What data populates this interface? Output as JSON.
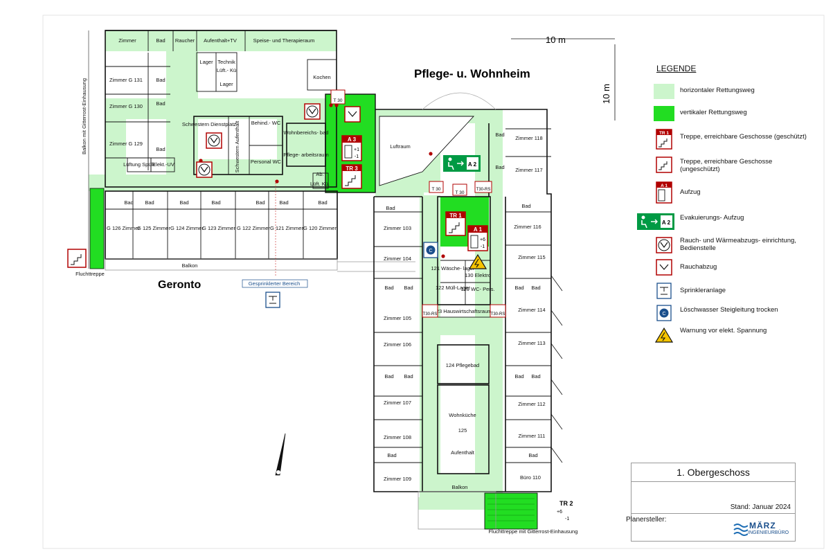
{
  "scale_label": "10 m",
  "building_titles": {
    "pflege": "Pflege- u. Wohnheim",
    "geronto": "Geronto"
  },
  "geronto_rooms": {
    "zimmer": "Zimmer",
    "bad": "Bad",
    "raucher": "Raucher",
    "aufenthalt_tv": "Aufenthalt+TV",
    "speise": "Speise- und Therapieraum",
    "lager": "Lager",
    "technik": "Technik",
    "lueft_kue": "Lüft.- Kü",
    "lager2": "Lager",
    "kochen": "Kochen",
    "g131": "Zimmer G 131",
    "g130": "Zimmer G 130",
    "g129": "Zimmer G 129",
    "lueftung_spuelk": "Lüftung Spülk",
    "elekt_uv": "Elekt.-UV",
    "schwestern_dienstplatz": "Schwestern Dienstplatz",
    "schwestern_aufenthalt": "Schwestern Aufenthalt",
    "behind_wc": "Behind.- WC",
    "personal_wc": "Personal WC",
    "wohnbereichsbad": "Wohnbereichs- bad",
    "pflegearbeitsraum": "Pflege- arbeitsraum",
    "ab": "Ab.",
    "lueft_kue2": "Lüft. Kü.",
    "g126": "G 126 Zimmer",
    "g125": "G 125 Zimmer",
    "g124": "G 124 Zimmer",
    "g123": "G 123 Zimmer",
    "g122": "G 122 Zimmer",
    "g121": "G 121 Zimmer",
    "g120": "G 120 Zimmer",
    "balkon": "Balkon",
    "balkon_gitter": "Balkon mit Gitterrost-Einhausung",
    "fluchttreppe": "Fluchttreppe",
    "gesprinklert": "Gesprinklerter Bereich"
  },
  "pflege_rooms": {
    "luftraum": "Luftraum",
    "z118": "Zimmer 118",
    "z117": "Zimmer 117",
    "z116": "Zimmer 116",
    "z115": "Zimmer 115",
    "z114": "Zimmer 114",
    "z113": "Zimmer 113",
    "z112": "Zimmer 112",
    "z111": "Zimmer 111",
    "buero110": "Büro 110",
    "z103": "Zimmer 103",
    "z104": "Zimmer 104",
    "z105": "Zimmer 105",
    "z106": "Zimmer 106",
    "z107": "Zimmer 107",
    "z108": "Zimmer 108",
    "z109": "Zimmer 109",
    "bad": "Bad",
    "r121": "121 Wäsche- lager",
    "r130": "130 Elektro",
    "r122": "122 Müll-Lager",
    "r129": "129 WC- Pers.",
    "r123": "123 Hauswirtschaftsraum",
    "r124": "124 Pflegebad",
    "wohnkueche": "Wohnküche",
    "r125": "125",
    "aufenthalt": "Aufenthalt",
    "balkon": "Balkon",
    "fluchttreppe_gitter": "Fluchttreppe mit Gitterrost-Einhausung"
  },
  "markers": {
    "t30": "T 30",
    "t30rs": "T30-RS",
    "a3": "A 3",
    "tr3": "TR 3",
    "tr1": "TR 1",
    "a1": "A 1",
    "tr2": "TR 2",
    "a2": "A 2",
    "plus6": "+6",
    "minus1": "-1",
    "plus1": "+1"
  },
  "legend": {
    "title": "LEGENDE",
    "items": [
      {
        "icon": "horizontal-escape-route-swatch",
        "text": "horizontaler Rettungsweg"
      },
      {
        "icon": "vertical-escape-route-swatch",
        "text": "vertikaler Rettungsweg"
      },
      {
        "icon": "protected-stair-icon",
        "code": "TR 1",
        "text": "Treppe, erreichbare Geschosse (geschützt)"
      },
      {
        "icon": "unprotected-stair-icon",
        "text": "Treppe, erreichbare Geschosse (ungeschützt)"
      },
      {
        "icon": "elevator-icon",
        "code": "A 1",
        "text": "Aufzug"
      },
      {
        "icon": "evacuation-elevator-icon",
        "code": "A 2",
        "text": "Evakuierungs- Aufzug"
      },
      {
        "icon": "smoke-heat-exhaust-control-icon",
        "text": "Rauch- und Wärmeabzugs- einrichtung, Bedienstelle"
      },
      {
        "icon": "smoke-vent-icon",
        "text": "Rauchabzug"
      },
      {
        "icon": "sprinkler-icon",
        "text": "Sprinkleranlage"
      },
      {
        "icon": "dry-riser-icon",
        "text": "Löschwasser Steigleitung trocken"
      },
      {
        "icon": "electric-warning-icon",
        "text": "Warnung vor elekt. Spannung"
      }
    ]
  },
  "title_block": {
    "floor": "1. Obergeschoss",
    "date": "Stand: Januar 2024",
    "author_label": "Planersteller:",
    "logo_main": "MÄRZ",
    "logo_sub": "INGENIEURBÜRO"
  },
  "colors": {
    "horizontal": "#ccf5cc",
    "vertical": "#22dd22",
    "sign_red": "#b00000",
    "sign_green": "#009a44",
    "riser_blue": "#1a4f8c",
    "warn_yellow": "#f5c400"
  }
}
